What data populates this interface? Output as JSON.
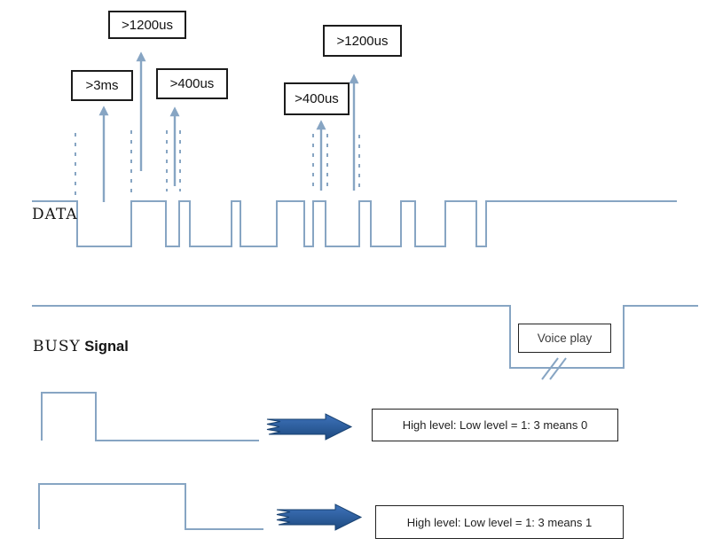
{
  "colors": {
    "signal": "#87a5c3",
    "arrow_top": "#3a6db2",
    "arrow_bottom": "#1d4a80"
  },
  "labels": {
    "data_signal": "DATA",
    "busy_word": "BUSY",
    "signal_word": " Signal"
  },
  "annotations": {
    "t1200_first": ">1200us",
    "t3ms": ">3ms",
    "t400_first": ">400us",
    "t1200_second": ">1200us",
    "t400_second": ">400us",
    "voice_play": "Voice play",
    "bit0_rule": "High level: Low level = 1: 3 means 0",
    "bit1_rule": "High level: Low level = 1: 3 means 1"
  },
  "waveforms": {
    "data_points": "36,227 87,227 87,278 148,278 148,227 187,227 187,278 202,278 202,227 214,227 214,278 261,278 261,227 271,227 271,278 312,278 312,227 343,227 343,278 353,278 353,227 367,227 367,278 405,278 405,227 418,227 418,278 452,278 452,227 468,227 468,278 502,278 502,227 537,227 537,278 548,278 548,227 763,227",
    "busy_points": "36,345 575,345 575,415 703,415 703,345 787,345",
    "bit0_points": "47,497 47,443 108,443 108,497 292,497",
    "bit1_points": "44,597 44,546 209,546 209,597 297,597"
  }
}
